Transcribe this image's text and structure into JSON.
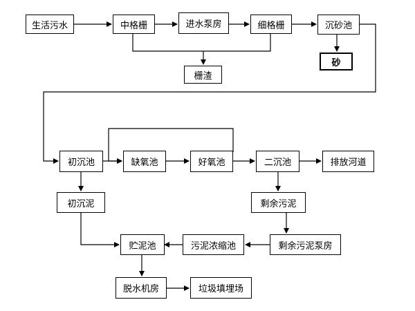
{
  "nodes": {
    "domestic_sewage": "生活污水",
    "medium_screen": "中格栅",
    "influent_pump_house": "进水泵房",
    "fine_screen": "细格栅",
    "grit_chamber": "沉砂池",
    "sand": "砂",
    "screenings": "栅渣",
    "primary_clarifier": "初沉池",
    "anoxic_tank": "缺氧池",
    "aerobic_tank": "好氧池",
    "secondary_clarifier": "二沉池",
    "discharge_river": "排放河道",
    "primary_sludge": "初沉泥",
    "excess_sludge": "剩余污泥",
    "excess_sludge_pump_house": "剩余污泥泵房",
    "sludge_thickener": "污泥浓缩池",
    "sludge_storage": "贮泥池",
    "dewatering_house": "脱水机房",
    "landfill": "垃圾填埋场"
  }
}
